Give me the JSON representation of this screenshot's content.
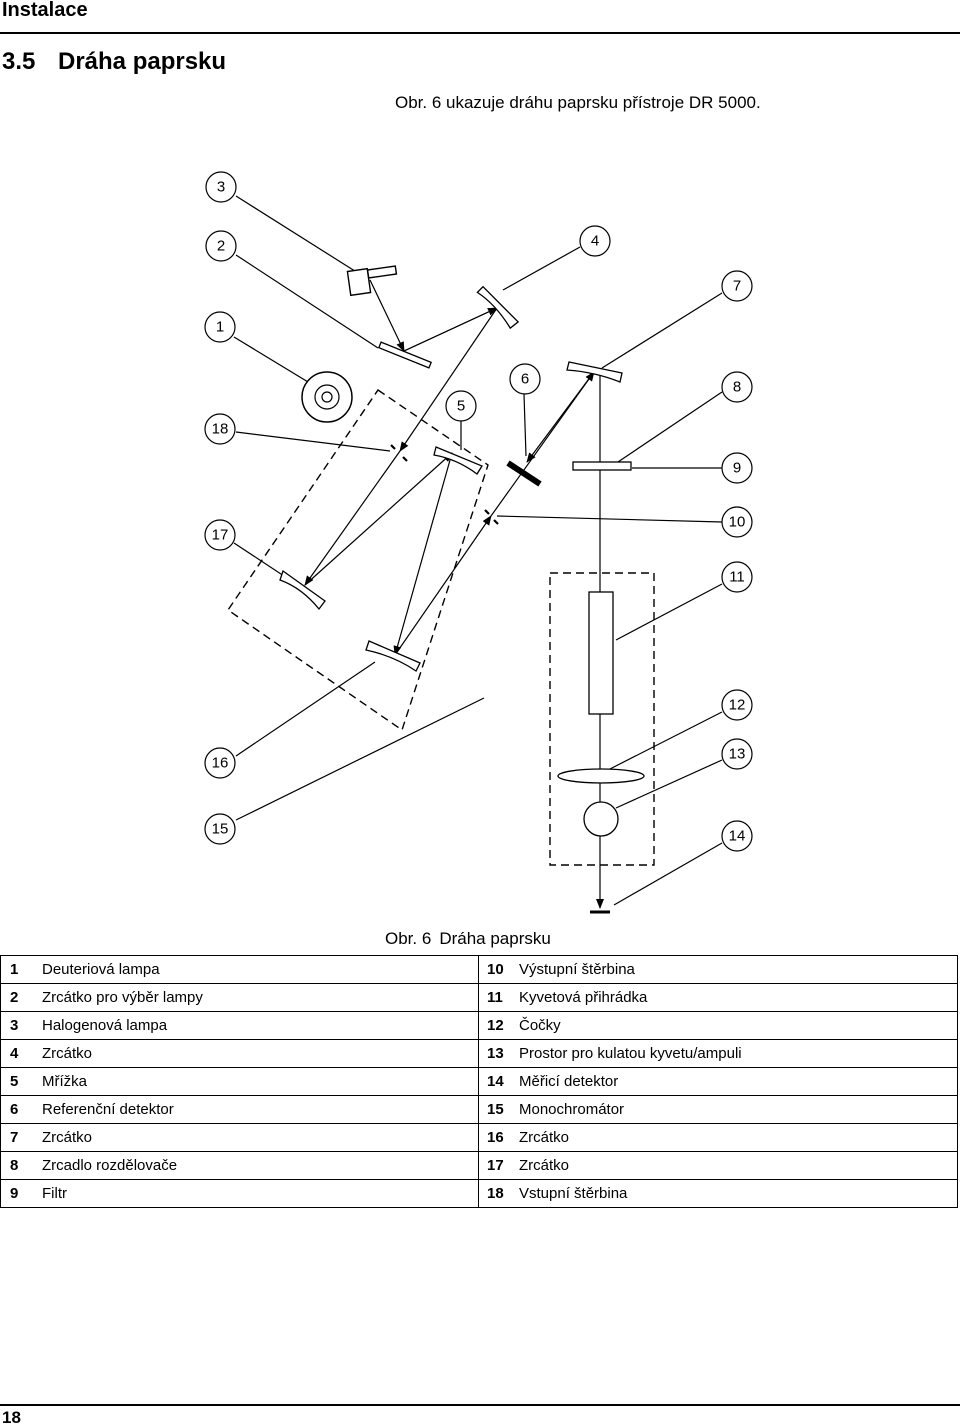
{
  "header": {
    "title": "Instalace"
  },
  "section": {
    "number": "3.5",
    "title": "Dráha paprsku"
  },
  "intro": "Obr. 6 ukazuje dráhu paprsku přístroje DR 5000.",
  "diagram": {
    "callouts": [
      "1",
      "2",
      "3",
      "4",
      "5",
      "6",
      "7",
      "8",
      "9",
      "10",
      "11",
      "12",
      "13",
      "14",
      "15",
      "16",
      "17",
      "18"
    ]
  },
  "caption": {
    "prefix": "Obr. 6",
    "text": "Dráha paprsku"
  },
  "legend": {
    "left": [
      {
        "num": "1",
        "text": "Deuteriová lampa"
      },
      {
        "num": "2",
        "text": "Zrcátko pro výběr lampy"
      },
      {
        "num": "3",
        "text": "Halogenová lampa"
      },
      {
        "num": "4",
        "text": "Zrcátko"
      },
      {
        "num": "5",
        "text": "Mřížka"
      },
      {
        "num": "6",
        "text": "Referenční detektor"
      },
      {
        "num": "7",
        "text": "Zrcátko"
      },
      {
        "num": "8",
        "text": "Zrcadlo rozdělovače"
      },
      {
        "num": "9",
        "text": "Filtr"
      }
    ],
    "right": [
      {
        "num": "10",
        "text": "Výstupní štěrbina"
      },
      {
        "num": "11",
        "text": "Kyvetová přihrádka"
      },
      {
        "num": "12",
        "text": "Čočky"
      },
      {
        "num": "13",
        "text": "Prostor pro kulatou kyvetu/ampuli"
      },
      {
        "num": "14",
        "text": "Měřicí detektor"
      },
      {
        "num": "15",
        "text": "Monochromátor"
      },
      {
        "num": "16",
        "text": "Zrcátko"
      },
      {
        "num": "17",
        "text": "Zrcátko"
      },
      {
        "num": "18",
        "text": "Vstupní štěrbina"
      }
    ]
  },
  "footer": {
    "page": "18"
  }
}
